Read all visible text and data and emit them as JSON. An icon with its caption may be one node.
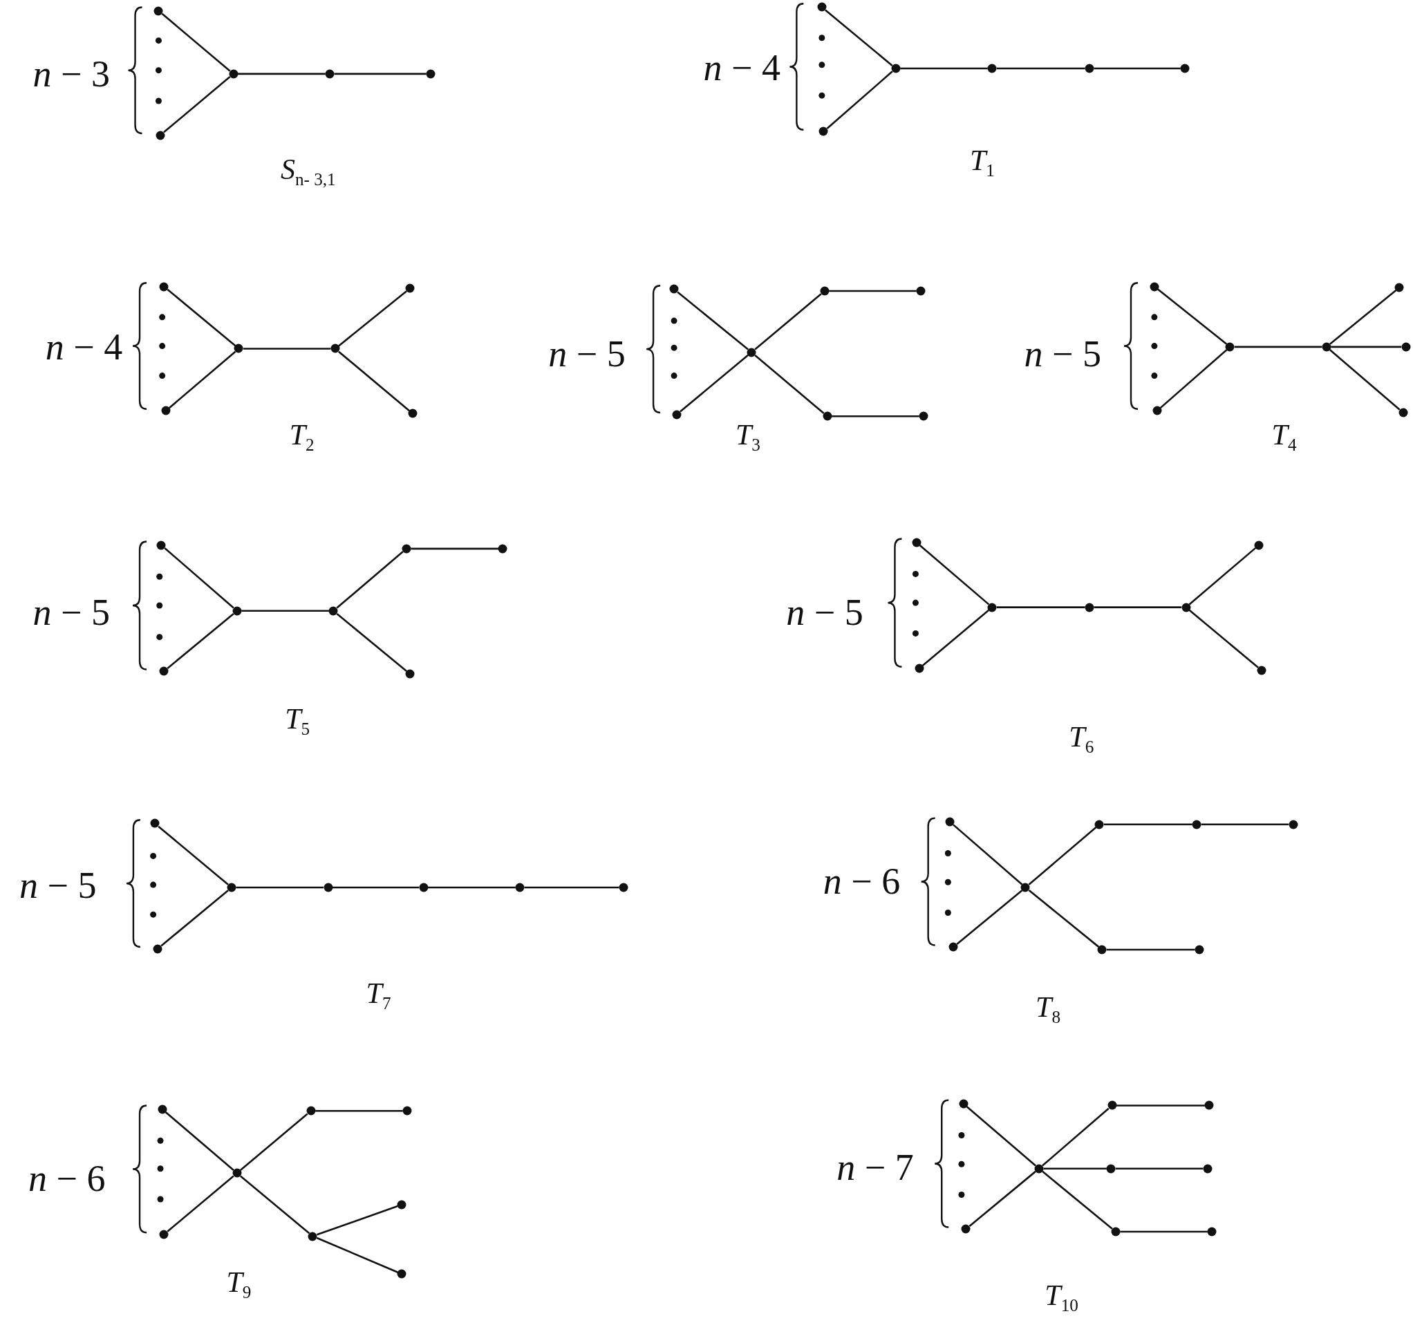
{
  "diagram": {
    "nodes": [
      {
        "text": [],
        "shape": "circle"
      },
      {
        "text": [],
        "shape": "circle"
      },
      {
        "text": [],
        "shape": "circle"
      },
      {
        "text": [],
        "shape": "circle"
      },
      {
        "text": [],
        "shape": "circle"
      },
      {
        "text": [],
        "shape": "circle"
      },
      {
        "text": [],
        "shape": "circle"
      },
      {
        "text": [],
        "shape": "circle"
      },
      {
        "text": [],
        "shape": "circle"
      },
      {
        "text": [],
        "shape": "circle"
      },
      {
        "text": [],
        "shape": "circle"
      },
      {
        "text": [],
        "shape": "circle"
      },
      {
        "text": [],
        "shape": "circle"
      },
      {
        "text": [],
        "shape": "circle"
      },
      {
        "text": [],
        "shape": "circle"
      },
      {
        "text": [],
        "shape": "circle"
      },
      {
        "text": [],
        "shape": "circle"
      },
      {
        "text": [],
        "shape": "circle"
      },
      {
        "text": [],
        "shape": "circle"
      },
      {
        "text": [],
        "shape": "circle"
      },
      {
        "text": [],
        "shape": "circle"
      },
      {
        "text": [],
        "shape": "circle"
      },
      {
        "text": [],
        "shape": "circle"
      },
      {
        "text": [],
        "shape": "circle"
      },
      {
        "text": [],
        "shape": "circle"
      },
      {
        "text": [],
        "shape": "circle"
      },
      {
        "text": [],
        "shape": "circle"
      },
      {
        "text": [],
        "shape": "circle"
      },
      {
        "text": [],
        "shape": "circle"
      },
      {
        "text": [],
        "shape": "circle"
      },
      {
        "text": [],
        "shape": "circle"
      },
      {
        "text": [],
        "shape": "circle"
      },
      {
        "text": [],
        "shape": "circle"
      },
      {
        "text": [],
        "shape": "circle"
      },
      {
        "text": [],
        "shape": "circle"
      },
      {
        "text": [],
        "shape": "circle"
      },
      {
        "text": [],
        "shape": "circle"
      },
      {
        "text": [],
        "shape": "circle"
      },
      {
        "text": [],
        "shape": "circle"
      },
      {
        "text": [],
        "shape": "circle"
      },
      {
        "text": [],
        "shape": "circle"
      },
      {
        "text": [],
        "shape": "circle"
      },
      {
        "text": [],
        "shape": "circle"
      },
      {
        "text": [],
        "shape": "circle"
      },
      {
        "text": [],
        "shape": "circle"
      },
      {
        "text": [],
        "shape": "circle"
      },
      {
        "text": [],
        "shape": "circle"
      },
      {
        "text": [],
        "shape": "circle"
      },
      {
        "text": [],
        "shape": "circle"
      },
      {
        "text": [],
        "shape": "circle"
      },
      {
        "text": [],
        "shape": "circle"
      },
      {
        "text": [],
        "shape": "circle"
      },
      {
        "text": [],
        "shape": "circle"
      },
      {
        "text": [],
        "shape": "circle"
      },
      {
        "text": [],
        "shape": "circle"
      },
      {
        "text": [],
        "shape": "circle"
      },
      {
        "text": [],
        "shape": "circle"
      },
      {
        "text": [],
        "shape": "circle"
      },
      {
        "text": [],
        "shape": "circle"
      },
      {
        "text": [],
        "shape": "circle"
      },
      {
        "text": [],
        "shape": "circle"
      },
      {
        "text": [],
        "shape": "circle"
      },
      {
        "text": [],
        "shape": "circle"
      },
      {
        "text": [],
        "shape": "circle"
      },
      {
        "text": [],
        "shape": "circle"
      },
      {
        "text": [],
        "shape": "circle"
      },
      {
        "text": [],
        "shape": "circle"
      },
      {
        "text": [],
        "shape": "circle"
      },
      {
        "text": [],
        "shape": "circle"
      },
      {
        "text": [],
        "shape": "circle"
      },
      {
        "text": [],
        "shape": "circle"
      },
      {
        "text": [],
        "shape": "circle"
      },
      {
        "text": [],
        "shape": "circle"
      },
      {
        "text": [],
        "shape": "circle"
      },
      {
        "text": [],
        "shape": "circle"
      },
      {
        "text": [],
        "shape": "circle"
      },
      {
        "text": [],
        "shape": "circle"
      }
    ],
    "edges": [
      {
        "from": 0,
        "to": 2,
        "arrow": "none"
      },
      {
        "from": 1,
        "to": 2,
        "arrow": "none"
      },
      {
        "from": 2,
        "to": 3,
        "arrow": "none"
      },
      {
        "from": 3,
        "to": 4,
        "arrow": "none"
      },
      {
        "from": 5,
        "to": 7,
        "arrow": "none"
      },
      {
        "from": 6,
        "to": 7,
        "arrow": "none"
      },
      {
        "from": 7,
        "to": 8,
        "arrow": "none"
      },
      {
        "from": 8,
        "to": 9,
        "arrow": "none"
      },
      {
        "from": 9,
        "to": 10,
        "arrow": "none"
      },
      {
        "from": 11,
        "to": 13,
        "arrow": "none"
      },
      {
        "from": 12,
        "to": 13,
        "arrow": "none"
      },
      {
        "from": 13,
        "to": 14,
        "arrow": "none"
      },
      {
        "from": 14,
        "to": 15,
        "arrow": "none"
      },
      {
        "from": 14,
        "to": 16,
        "arrow": "none"
      },
      {
        "from": 17,
        "to": 19,
        "arrow": "none"
      },
      {
        "from": 18,
        "to": 19,
        "arrow": "none"
      },
      {
        "from": 19,
        "to": 20,
        "arrow": "none"
      },
      {
        "from": 20,
        "to": 21,
        "arrow": "none"
      },
      {
        "from": 19,
        "to": 22,
        "arrow": "none"
      },
      {
        "from": 22,
        "to": 23,
        "arrow": "none"
      },
      {
        "from": 24,
        "to": 26,
        "arrow": "none"
      },
      {
        "from": 25,
        "to": 26,
        "arrow": "none"
      },
      {
        "from": 26,
        "to": 27,
        "arrow": "none"
      },
      {
        "from": 27,
        "to": 28,
        "arrow": "none"
      },
      {
        "from": 27,
        "to": 29,
        "arrow": "none"
      },
      {
        "from": 27,
        "to": 30,
        "arrow": "none"
      },
      {
        "from": 31,
        "to": 33,
        "arrow": "none"
      },
      {
        "from": 32,
        "to": 33,
        "arrow": "none"
      },
      {
        "from": 33,
        "to": 34,
        "arrow": "none"
      },
      {
        "from": 34,
        "to": 35,
        "arrow": "none"
      },
      {
        "from": 35,
        "to": 36,
        "arrow": "none"
      },
      {
        "from": 34,
        "to": 37,
        "arrow": "none"
      },
      {
        "from": 38,
        "to": 40,
        "arrow": "none"
      },
      {
        "from": 39,
        "to": 40,
        "arrow": "none"
      },
      {
        "from": 40,
        "to": 41,
        "arrow": "none"
      },
      {
        "from": 41,
        "to": 42,
        "arrow": "none"
      },
      {
        "from": 42,
        "to": 43,
        "arrow": "none"
      },
      {
        "from": 42,
        "to": 44,
        "arrow": "none"
      },
      {
        "from": 45,
        "to": 47,
        "arrow": "none"
      },
      {
        "from": 46,
        "to": 47,
        "arrow": "none"
      },
      {
        "from": 47,
        "to": 48,
        "arrow": "none"
      },
      {
        "from": 48,
        "to": 49,
        "arrow": "none"
      },
      {
        "from": 49,
        "to": 50,
        "arrow": "none"
      },
      {
        "from": 50,
        "to": 51,
        "arrow": "none"
      },
      {
        "from": 52,
        "to": 54,
        "arrow": "none"
      },
      {
        "from": 53,
        "to": 54,
        "arrow": "none"
      },
      {
        "from": 54,
        "to": 55,
        "arrow": "none"
      },
      {
        "from": 55,
        "to": 56,
        "arrow": "none"
      },
      {
        "from": 56,
        "to": 57,
        "arrow": "none"
      },
      {
        "from": 54,
        "to": 58,
        "arrow": "none"
      },
      {
        "from": 58,
        "to": 59,
        "arrow": "none"
      },
      {
        "from": 60,
        "to": 62,
        "arrow": "none"
      },
      {
        "from": 61,
        "to": 62,
        "arrow": "none"
      },
      {
        "from": 62,
        "to": 63,
        "arrow": "none"
      },
      {
        "from": 63,
        "to": 64,
        "arrow": "none"
      },
      {
        "from": 62,
        "to": 65,
        "arrow": "none"
      },
      {
        "from": 65,
        "to": 66,
        "arrow": "none"
      },
      {
        "from": 65,
        "to": 67,
        "arrow": "none"
      },
      {
        "from": 68,
        "to": 70,
        "arrow": "none"
      },
      {
        "from": 69,
        "to": 70,
        "arrow": "none"
      },
      {
        "from": 70,
        "to": 71,
        "arrow": "none"
      },
      {
        "from": 71,
        "to": 72,
        "arrow": "none"
      },
      {
        "from": 70,
        "to": 73,
        "arrow": "none"
      },
      {
        "from": 73,
        "to": 74,
        "arrow": "none"
      },
      {
        "from": 70,
        "to": 75,
        "arrow": "none"
      },
      {
        "from": 75,
        "to": 76,
        "arrow": "none"
      }
    ],
    "labels": [
      "*n* − 3",
      "*S*$_{n- 3,1}$",
      "*n* − 4",
      "*T*$_{1}$",
      "*n* − 4",
      "*T*$_{2}$",
      "*n* − 5",
      "*T*$_{3}$",
      "*n* − 5",
      "*T*$_{4}$",
      "*n* − 5",
      "*T*$_{5}$",
      "*n* − 5",
      "*T*$_{6}$",
      "*n* − 5",
      "*T*$_{7}$",
      "*n* − 6",
      "*T*$_{8}$",
      "*n* − 6",
      "*T*$_{9}$",
      "*n* − 7",
      "*T*$_{10}$"
    ]
  }
}
